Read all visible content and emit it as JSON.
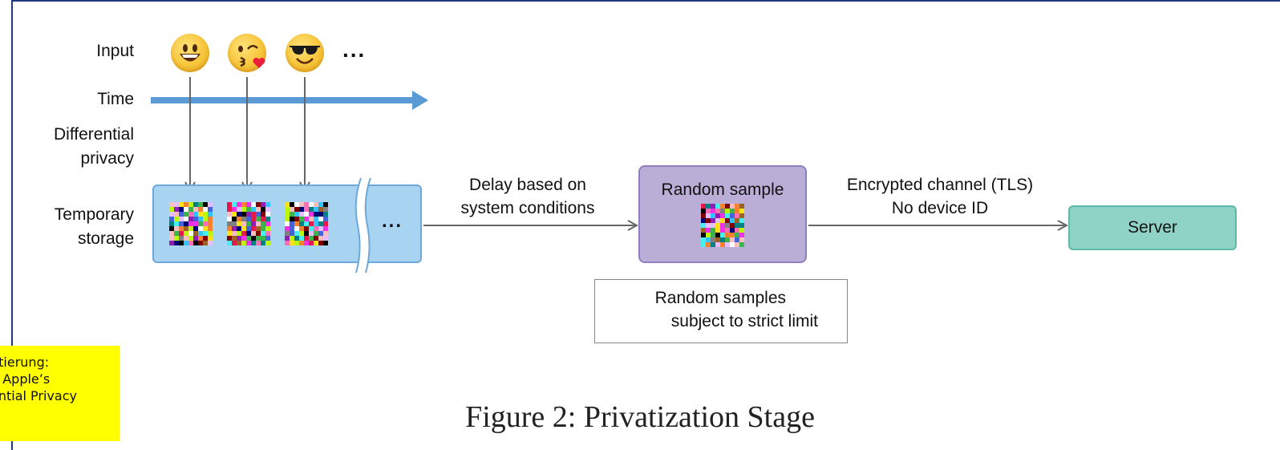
{
  "labels": {
    "input": "Input",
    "time": "Time",
    "diff_line1": "Differential",
    "diff_line2": "privacy",
    "temp_line1": "Temporary",
    "temp_line2": "storage"
  },
  "inputs": {
    "icons": [
      "grinning-face-icon",
      "face-blowing-kiss-icon",
      "smiling-face-with-sunglasses-icon"
    ],
    "more": "..."
  },
  "storage": {
    "more": "..."
  },
  "edges": {
    "delay_line1": "Delay based on",
    "delay_line2": "system conditions",
    "channel_line1": "Encrypted channel (TLS)",
    "channel_line2": "No device ID"
  },
  "sample": {
    "title": "Random sample"
  },
  "server": {
    "label": "Server"
  },
  "limit": {
    "line1": "Random samples",
    "line2": "subject to strict limit"
  },
  "note": {
    "line1": "ntierung:",
    "line2": "n Apple’s",
    "line3": "ential Privacy"
  },
  "caption": "Figure 2: Privatization Stage",
  "colors": {
    "time_arrow": "#5b9bd5",
    "storage_fill": "#a8d4f2",
    "sample_fill": "#baaed6",
    "server_fill": "#8fd3c7",
    "note_fill": "#ffff00",
    "frame": "#1f3a7a"
  }
}
